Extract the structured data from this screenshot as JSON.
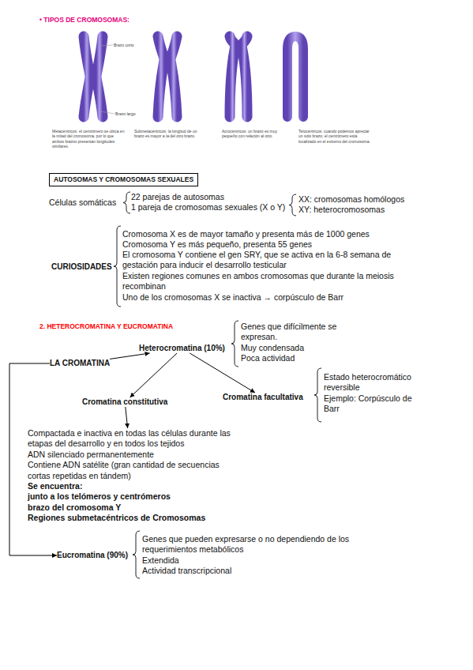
{
  "diagram": {
    "nodes": [
      {
        "text": [
          "AUTOSOMAS Y CROMOSOMAS SEXUALES"
        ]
      },
      {
        "text": [
          "Heterocromatina (10%)"
        ]
      },
      {
        "text": [
          "LA CROMATINA"
        ]
      },
      {
        "text": [
          "Cromatina facultativa"
        ]
      },
      {
        "text": [
          "Cromatina constitutiva"
        ]
      },
      {
        "text": [
          "Compactada e inactiva en todas las células durante las etapas del desarrollo y en todos los tejidos",
          "ADN silenciado permanentemente",
          "Contiene ADN satélite (gran cantidad de secuencias cortas repetidas en tándem)",
          "Se encuentra:",
          "junto a los telómeros y centrómeros",
          "brazo del cromosoma Y",
          "Regiones submetacéntricos de Cromosomas"
        ]
      },
      {
        "text": [
          "Eucromatina (90%)"
        ]
      }
    ],
    "edges": [
      {
        "from": 2,
        "to": 1,
        "arrow": "to"
      },
      {
        "from": 1,
        "to": 4,
        "arrow": "to"
      },
      {
        "from": 1,
        "to": 3,
        "arrow": "to"
      },
      {
        "from": 4,
        "to": 5,
        "arrow": "to"
      },
      {
        "from": 2,
        "to": 6,
        "arrow": "to"
      }
    ],
    "labels": [
      "• TIPOS DE CROMOSOMAS:",
      "Brazo corto",
      "Brazo largo",
      "Metacéntricos: el centrómero se ubica en la mitad del cromosoma, por lo que ambos brazos presentan longitudes similares.",
      "Submetacéntricos: la longitud de un brazo es mayor a la del otro brazo.",
      "Acrocéntricos: un brazo es muy pequeño con relación al otro.",
      "Telocéntricos: cuando podemos apreciar un solo brazo, el centrómero está localizado en el extremo del cromosoma.",
      "Células somáticas",
      "22 parejas de autosomas",
      "1 pareja de cromosomas sexuales (X o Y)",
      "XX: cromosomas homólogos",
      "XY: heterocromosomas",
      "CURIOSIDADES",
      "Cromosoma X es de mayor tamaño y presenta más de 1000 genes",
      "Cromosoma Y es más pequeño, presenta 55 genes",
      "El cromosoma Y contiene el gen SRY, que se activa en la 6-8 semana de gestación para inducir el desarrollo testicular",
      "Existen regiones comunes en ambos cromosomas que durante la meiosis recombinan",
      "Uno de los cromosomas X se inactiva → corpúsculo de Barr",
      "2. HETEROCROMATINA Y EUCROMATINA",
      "Genes que difícilmente se expresan.",
      "Muy condensada",
      "Poca actividad",
      "Estado heterocromático reversible",
      "Ejemplo: Corpúsculo de Barr",
      "Genes que pueden expresarse o no dependiendo de los requerimientos metabólicos",
      "Extendida",
      "Actividad transcripcional"
    ]
  }
}
